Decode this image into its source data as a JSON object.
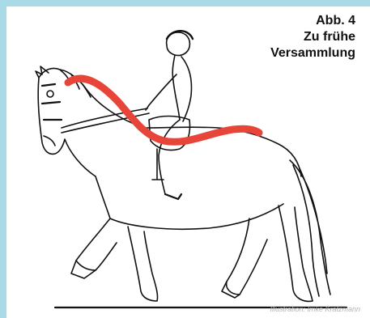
{
  "figure": {
    "number_label": "Abb. 4",
    "title_line1": "Zu frühe",
    "title_line2": "Versammlung",
    "credit": "Illustration: Imke Kratzmann"
  },
  "colors": {
    "frame": "#a9dbe7",
    "topline": "#e8453a",
    "ink": "#111111"
  },
  "icons": {
    "illustration": "horse-and-rider-illustration",
    "topline": "topline-curve"
  }
}
